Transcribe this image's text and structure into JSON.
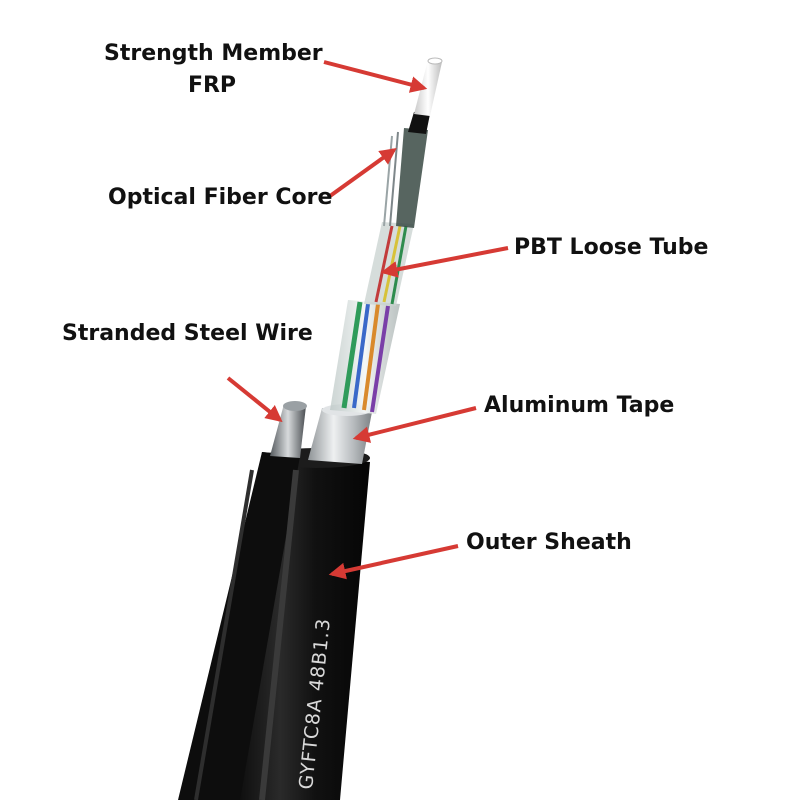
{
  "labels": {
    "strength_member": "Strength Member",
    "frp": "FRP",
    "optical_fiber_core": "Optical Fiber Core",
    "pbt_loose_tube": "PBT Loose Tube",
    "stranded_steel_wire": "Stranded Steel Wire",
    "aluminum_tape": "Aluminum Tape",
    "outer_sheath": "Outer Sheath"
  },
  "cable_print": "GYFTC8A 48B1.3",
  "colors": {
    "arrow": "#d63a34",
    "sheath": "#141414",
    "aluminum": "#cfd3d6",
    "frp": "#f2f2f2"
  }
}
